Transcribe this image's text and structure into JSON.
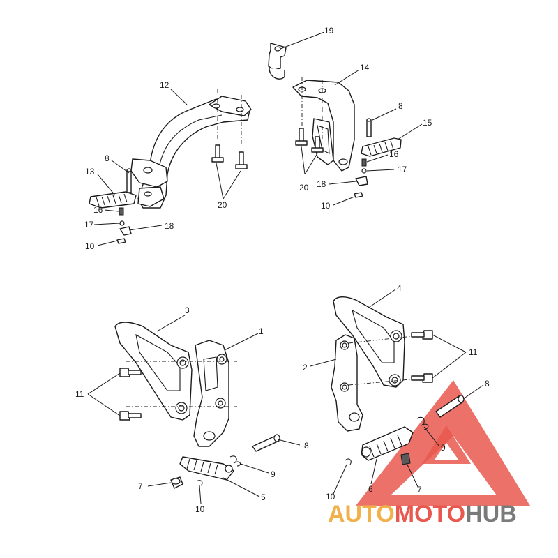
{
  "colors": {
    "line": "#1a1a1a",
    "watermark_red": "#e8584f",
    "watermark_orange": "#f2b04a",
    "watermark_gray": "#7a7a7a"
  },
  "callouts": {
    "c1": "1",
    "c2": "2",
    "c3": "3",
    "c4": "4",
    "c5": "5",
    "c6": "6",
    "c7a": "7",
    "c7b": "7",
    "c8a": "8",
    "c8b": "8",
    "c8c": "8",
    "c8d": "8",
    "c9a": "9",
    "c9b": "9",
    "c10a": "10",
    "c10b": "10",
    "c10c": "10",
    "c10d": "10",
    "c11a": "11",
    "c11b": "11",
    "c12": "12",
    "c13": "13",
    "c14": "14",
    "c15": "15",
    "c16a": "16",
    "c16b": "16",
    "c17a": "17",
    "c17b": "17",
    "c18a": "18",
    "c18b": "18",
    "c19": "19",
    "c20a": "20",
    "c20b": "20"
  },
  "watermark": {
    "auto": "AUTO",
    "moto": "MOTO",
    "hub": "HUB"
  }
}
